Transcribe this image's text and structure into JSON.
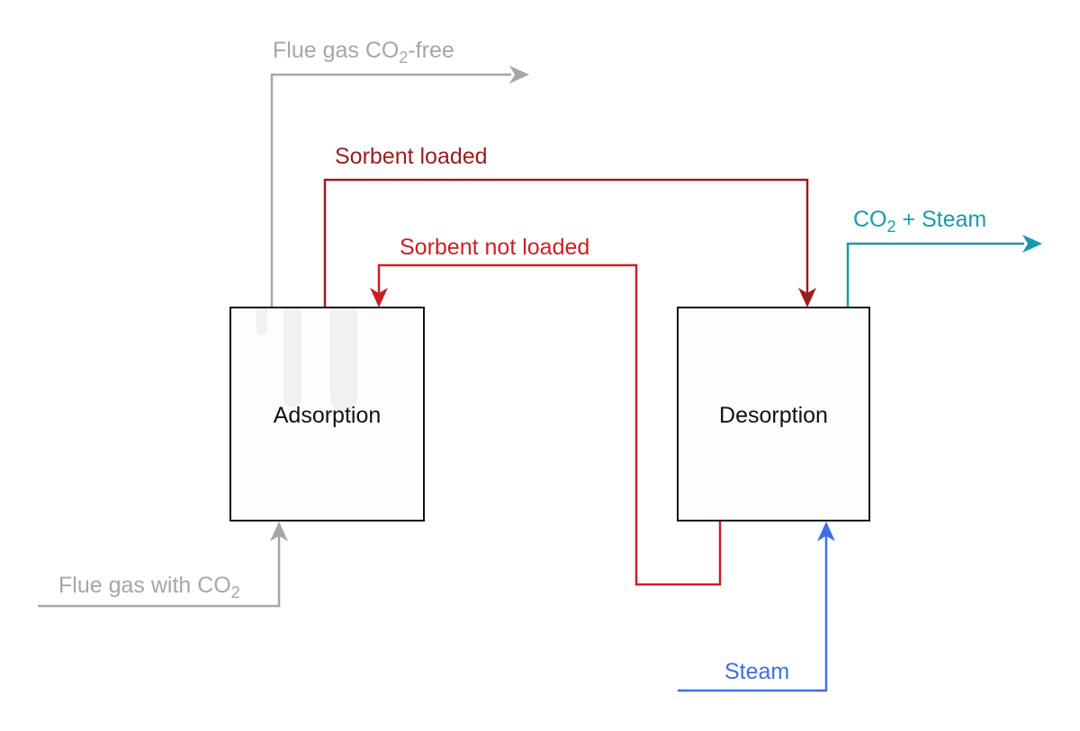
{
  "colors": {
    "flue_gas": "#a6a6a6",
    "sorbent_loaded": "#9b1c1f",
    "sorbent_not_loaded": "#cc1f25",
    "co2_steam": "#1a9aa8",
    "steam": "#3f6fe0",
    "box_border": "#111111"
  },
  "units": [
    {
      "id": "adsorption",
      "label": "Adsorption"
    },
    {
      "id": "desorption",
      "label": "Desorption"
    }
  ],
  "flows": {
    "flue_gas_co2_free": {
      "label_pre": "Flue gas CO",
      "label_sub": "2",
      "label_post": "-free",
      "from": "Adsorption",
      "to": "out"
    },
    "sorbent_loaded": {
      "label": "Sorbent loaded",
      "from": "Adsorption",
      "to": "Desorption"
    },
    "sorbent_not_loaded": {
      "label": "Sorbent not loaded",
      "from": "Desorption",
      "to": "Adsorption"
    },
    "co2_steam": {
      "label_pre": "CO",
      "label_sub": "2",
      "label_post": " + Steam",
      "from": "Desorption",
      "to": "out"
    },
    "flue_gas_with_co2": {
      "label_pre": "Flue gas with CO",
      "label_sub": "2",
      "label_post": "",
      "from": "in",
      "to": "Adsorption"
    },
    "steam": {
      "label": "Steam",
      "from": "in",
      "to": "Desorption"
    }
  }
}
